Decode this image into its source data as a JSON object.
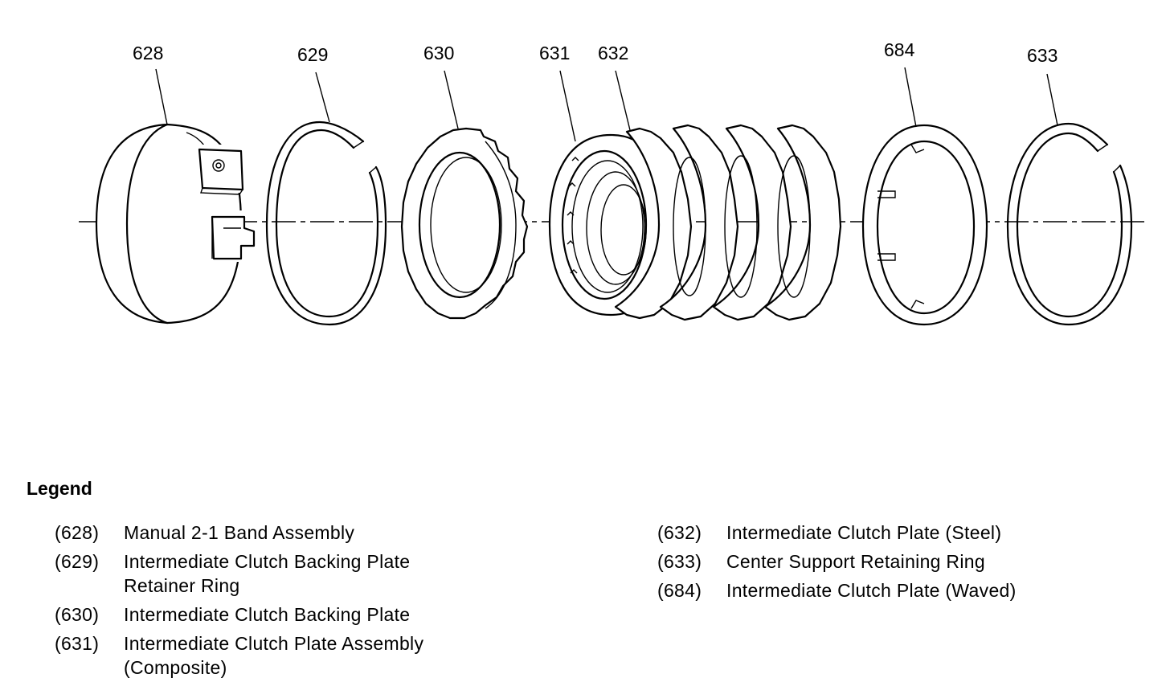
{
  "diagram": {
    "callouts": {
      "c628": "628",
      "c629": "629",
      "c630": "630",
      "c631": "631",
      "c632": "632",
      "c684": "684",
      "c633": "633"
    }
  },
  "legend": {
    "title": "Legend",
    "left": [
      {
        "code": "(628)",
        "desc": "Manual 2-1 Band Assembly"
      },
      {
        "code": "(629)",
        "desc": "Intermediate Clutch Backing Plate\nRetainer Ring"
      },
      {
        "code": "(630)",
        "desc": "Intermediate Clutch Backing Plate"
      },
      {
        "code": "(631)",
        "desc": "Intermediate Clutch Plate Assembly\n(Composite)"
      }
    ],
    "right": [
      {
        "code": "(632)",
        "desc": "Intermediate Clutch Plate (Steel)"
      },
      {
        "code": "(633)",
        "desc": "Center Support Retaining Ring"
      },
      {
        "code": "(684)",
        "desc": "Intermediate Clutch Plate (Waved)"
      }
    ]
  }
}
